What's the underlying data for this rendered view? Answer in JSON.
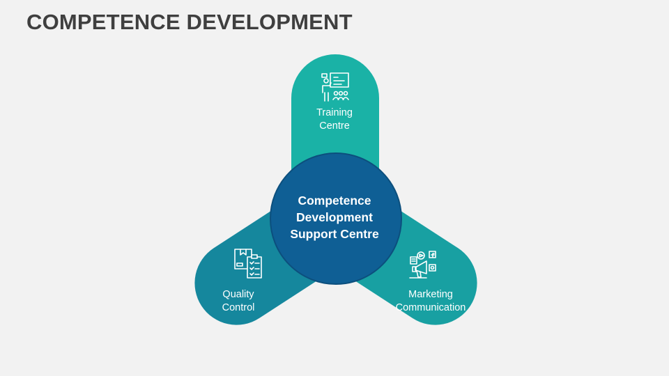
{
  "title": "COMPETENCE DEVELOPMENT",
  "center": {
    "lines": [
      "Competence",
      "Development",
      "Support Centre"
    ],
    "color": "#0f5f95"
  },
  "petals": [
    {
      "id": "training",
      "lines": [
        "Training",
        "Centre"
      ],
      "color": "#1ab2a6",
      "icon": "presentation-training-icon"
    },
    {
      "id": "quality",
      "lines": [
        "Quality",
        "Control"
      ],
      "color": "#15879d",
      "icon": "clipboard-checklist-icon"
    },
    {
      "id": "marketing",
      "lines": [
        "Marketing",
        "Communication"
      ],
      "color": "#18a0a2",
      "icon": "megaphone-social-media-icon"
    }
  ]
}
